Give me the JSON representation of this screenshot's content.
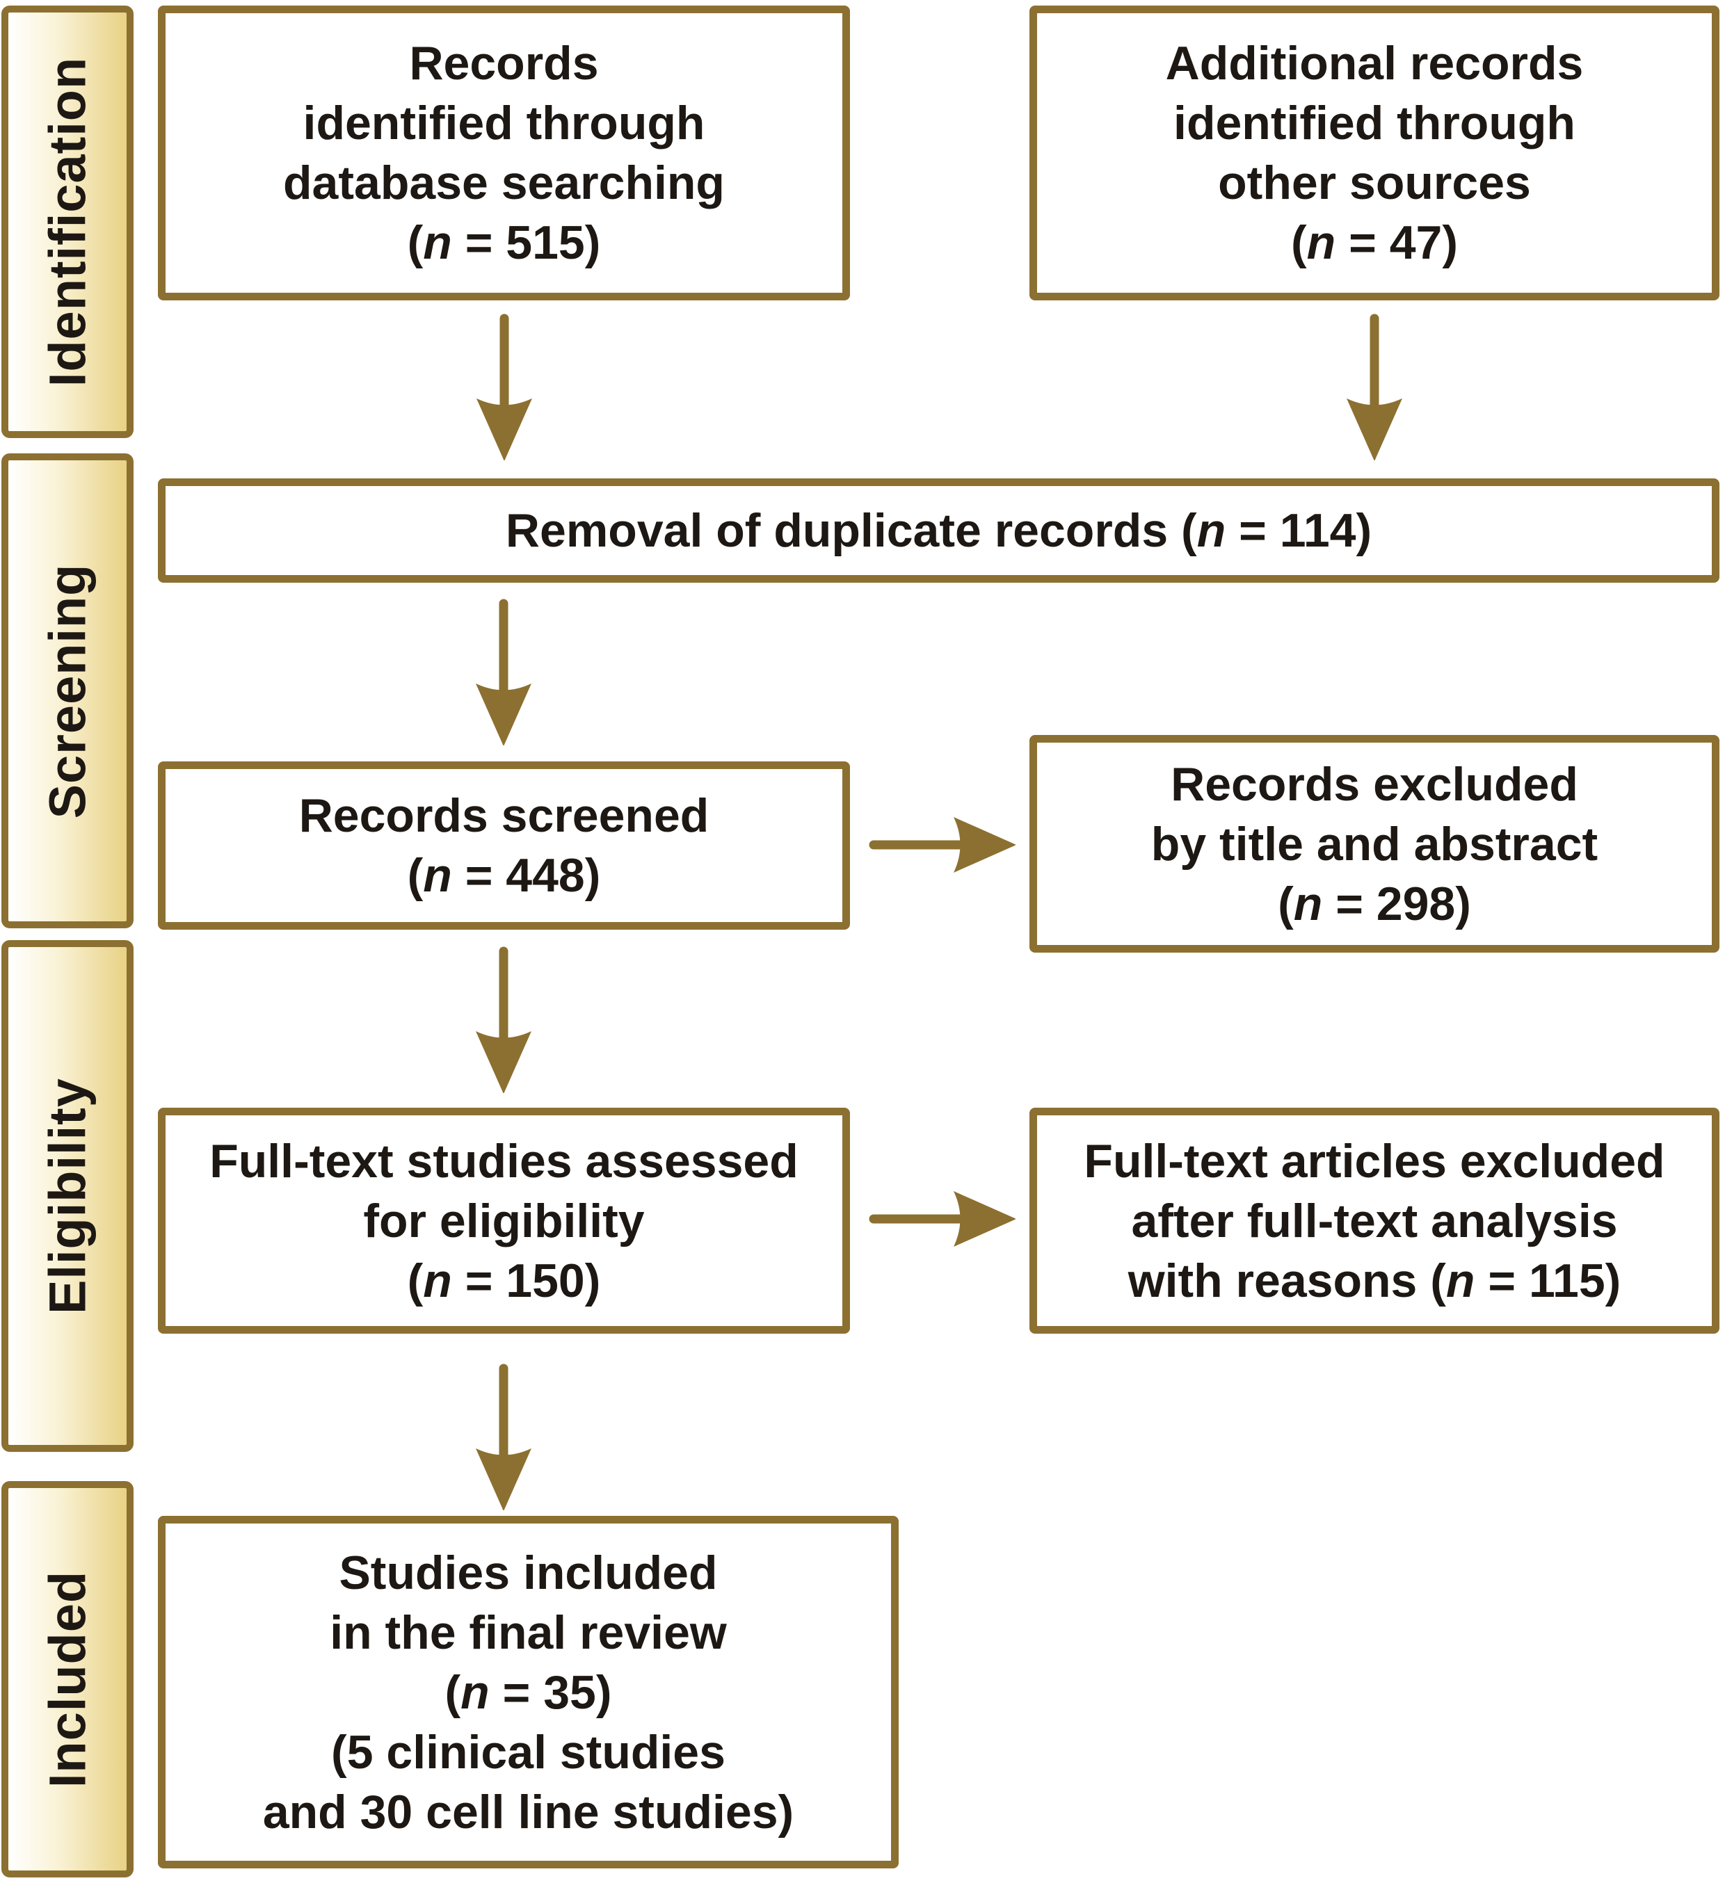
{
  "palette": {
    "accent": "#8C7031",
    "text": "#1D1813",
    "stage_gradient_start": "#FFFFFF",
    "stage_gradient_end": "#E8D285"
  },
  "sidebar": {
    "items": [
      {
        "label": "Identification"
      },
      {
        "label": "Screening"
      },
      {
        "label": "Eligibility"
      },
      {
        "label": "Included"
      }
    ]
  },
  "boxes": {
    "records_identified": {
      "lines": [
        "Records",
        "identified through",
        "database searching"
      ],
      "count": {
        "pre": "(",
        "n": "n",
        "post": " = 515)"
      }
    },
    "additional_records": {
      "lines": [
        "Additional records",
        "identified through",
        "other sources"
      ],
      "count": {
        "pre": "(",
        "n": "n",
        "post": " = 47)"
      }
    },
    "duplicates_removed": {
      "count": {
        "pre": "Removal of duplicate records (",
        "n": "n",
        "post": " = 114)"
      }
    },
    "records_screened": {
      "lines": [
        "Records screened"
      ],
      "count": {
        "pre": "(",
        "n": "n",
        "post": " = 448)"
      }
    },
    "records_excluded": {
      "lines": [
        "Records excluded",
        "by title and abstract"
      ],
      "count": {
        "pre": "(",
        "n": "n",
        "post": " = 298)"
      }
    },
    "fulltext_assessed": {
      "lines": [
        "Full-text studies assessed",
        "for eligibility"
      ],
      "count": {
        "pre": "(",
        "n": "n",
        "post": " = 150)"
      }
    },
    "fulltext_excluded": {
      "lines": [
        "Full-text articles excluded",
        "after full-text analysis"
      ],
      "count": {
        "pre": "with reasons (",
        "n": "n",
        "post": " = 115)"
      }
    },
    "studies_included": {
      "lines": [
        "Studies included",
        "in the final review"
      ],
      "count": {
        "pre": "(",
        "n": "n",
        "post": " = 35)"
      },
      "extra_lines": [
        "(5 clinical studies",
        "and 30 cell line studies)"
      ]
    }
  }
}
